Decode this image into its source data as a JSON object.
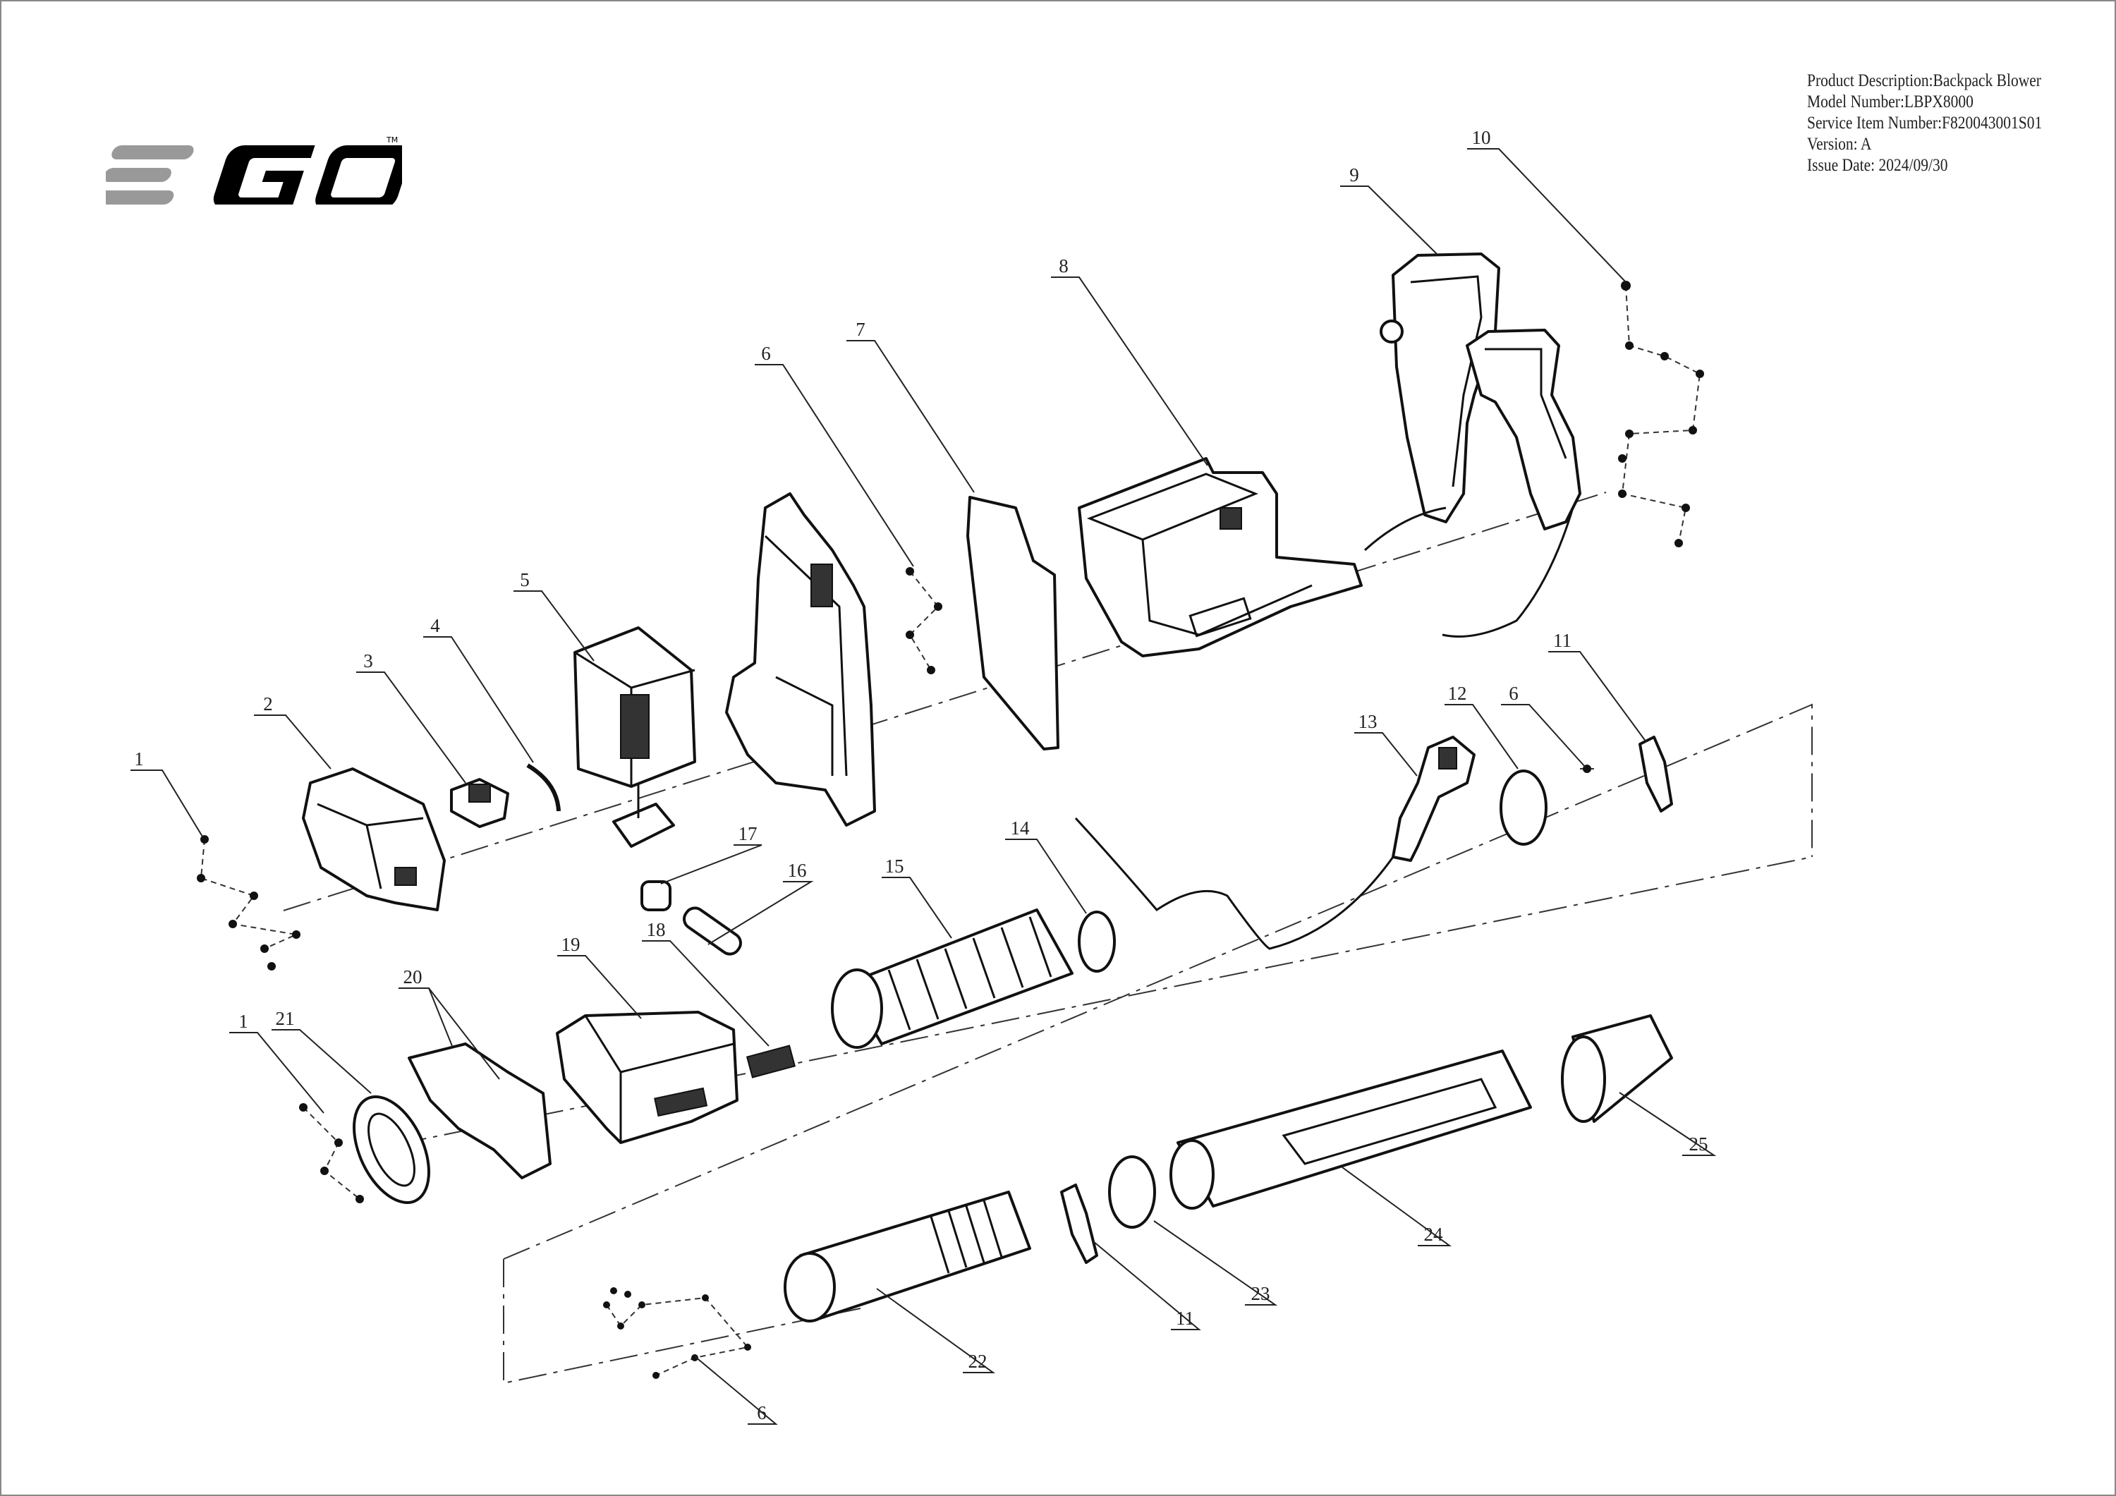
{
  "header": {
    "product_description": "Product Description:Backpack Blower",
    "model_number": "Model Number:LBPX8000",
    "service_item_number": "Service Item Number:F820043001S01",
    "version": "Version: A",
    "issue_date": "Issue Date: 2024/09/30"
  },
  "logo": {
    "text": "EGO",
    "trademark": "TM",
    "accent_gray": "#999999",
    "black": "#000000"
  },
  "callouts": {
    "c1a": "1",
    "c2": "2",
    "c3": "3",
    "c4": "4",
    "c5": "5",
    "c6a": "6",
    "c7": "7",
    "c8": "8",
    "c9": "9",
    "c10": "10",
    "c11a": "11",
    "c12": "12",
    "c6b": "6",
    "c13": "13",
    "c14": "14",
    "c15": "15",
    "c16": "16",
    "c17": "17",
    "c18": "18",
    "c19": "19",
    "c20": "20",
    "c1b": "1",
    "c21": "21",
    "c22": "22",
    "c11b": "11",
    "c23": "23",
    "c24": "24",
    "c25": "25",
    "c6c": "6"
  }
}
